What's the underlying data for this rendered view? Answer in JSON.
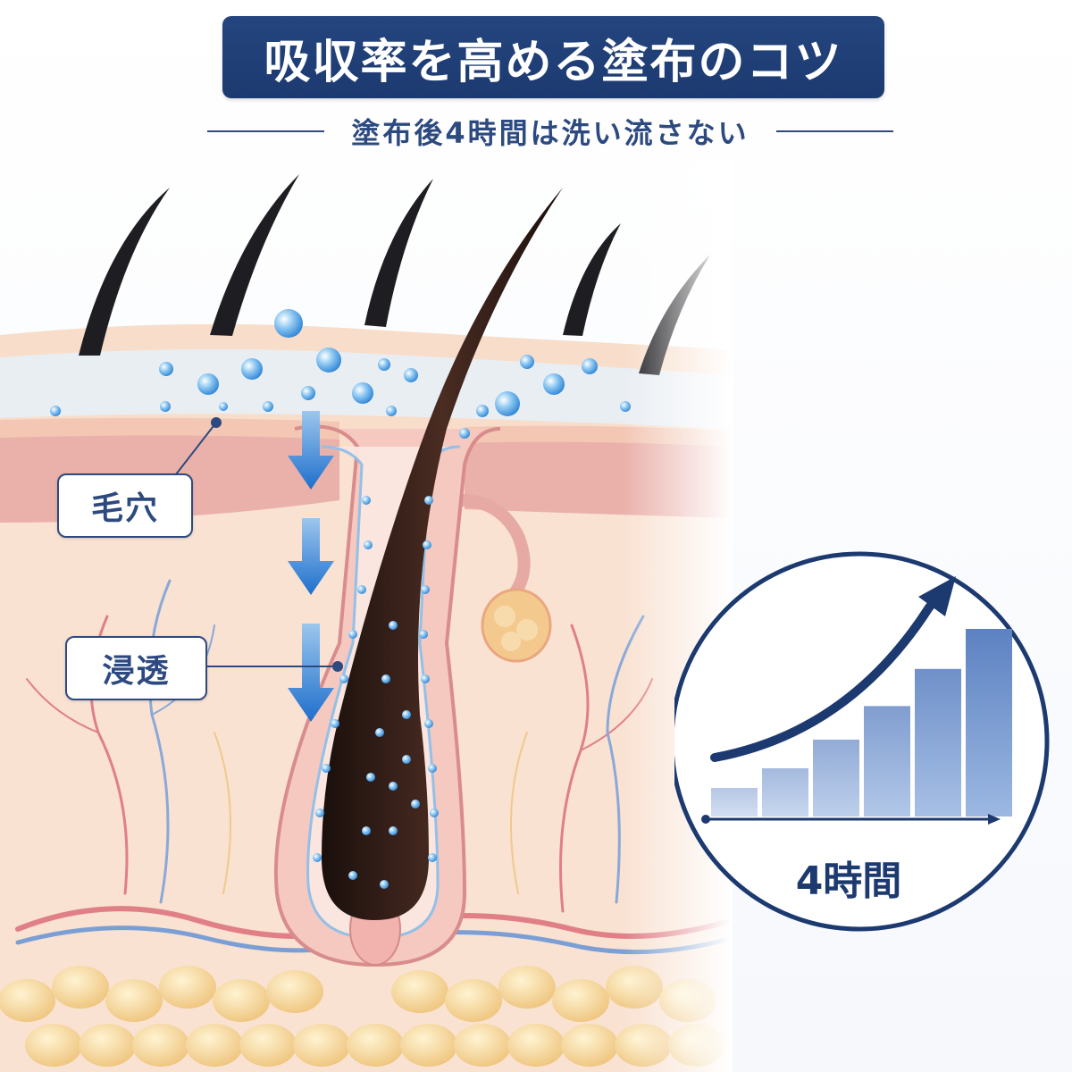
{
  "title": "吸収率を高める塗布のコツ",
  "subtitle": "塗布後4時間は洗い流さない",
  "labels": {
    "pore": "毛穴",
    "penetration": "浸透"
  },
  "chart": {
    "x_label": "4時間",
    "bar_count": 6
  },
  "colors": {
    "navy": "#1c3a70",
    "accent_blue": "#2a78d0",
    "skin": "#f6d9c6"
  }
}
